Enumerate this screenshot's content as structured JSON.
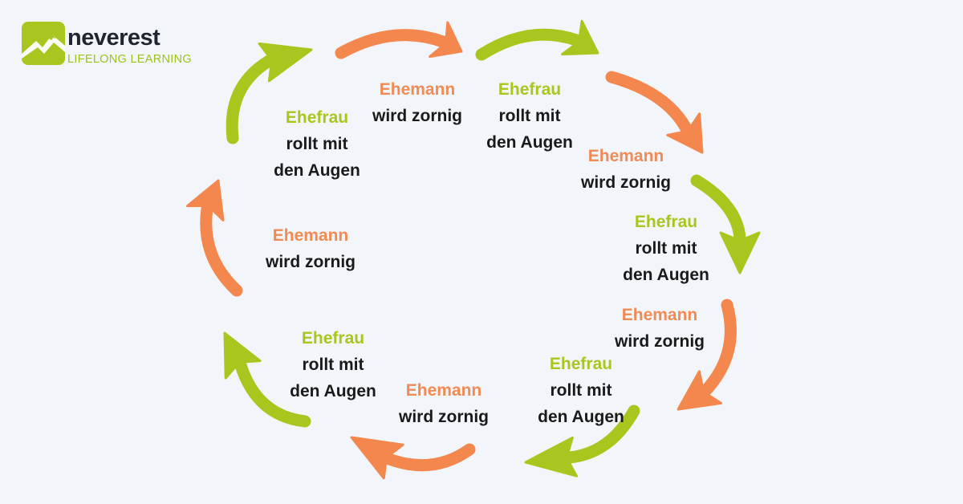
{
  "brand": {
    "name": "neverest",
    "tagline": "LIFELONG LEARNING",
    "logo_icon": "mountain-icon",
    "green": "#a8c61e",
    "orange": "#f4874e",
    "text_dark": "#1a1a1a",
    "background": "#f2f6fa"
  },
  "cycle": [
    {
      "role": "husband",
      "who": "Ehemann",
      "line1": "wird zornig",
      "line2": ""
    },
    {
      "role": "wife",
      "who": "Ehefrau",
      "line1": "rollt mit",
      "line2": "den Augen"
    },
    {
      "role": "husband",
      "who": "Ehemann",
      "line1": "wird zornig",
      "line2": ""
    },
    {
      "role": "wife",
      "who": "Ehefrau",
      "line1": "rollt mit",
      "line2": "den Augen"
    },
    {
      "role": "husband",
      "who": "Ehemann",
      "line1": "wird zornig",
      "line2": ""
    },
    {
      "role": "wife",
      "who": "Ehefrau",
      "line1": "rollt mit",
      "line2": "den Augen"
    },
    {
      "role": "husband",
      "who": "Ehemann",
      "line1": "wird zornig",
      "line2": ""
    },
    {
      "role": "wife",
      "who": "Ehefrau",
      "line1": "rollt mit",
      "line2": "den Augen"
    },
    {
      "role": "husband",
      "who": "Ehemann",
      "line1": "wird zornig",
      "line2": ""
    },
    {
      "role": "wife",
      "who": "Ehefrau",
      "line1": "rollt mit",
      "line2": "den Augen"
    }
  ],
  "arrow_colors": [
    "orange",
    "green",
    "orange",
    "green",
    "orange",
    "green",
    "orange",
    "green",
    "orange",
    "green"
  ]
}
